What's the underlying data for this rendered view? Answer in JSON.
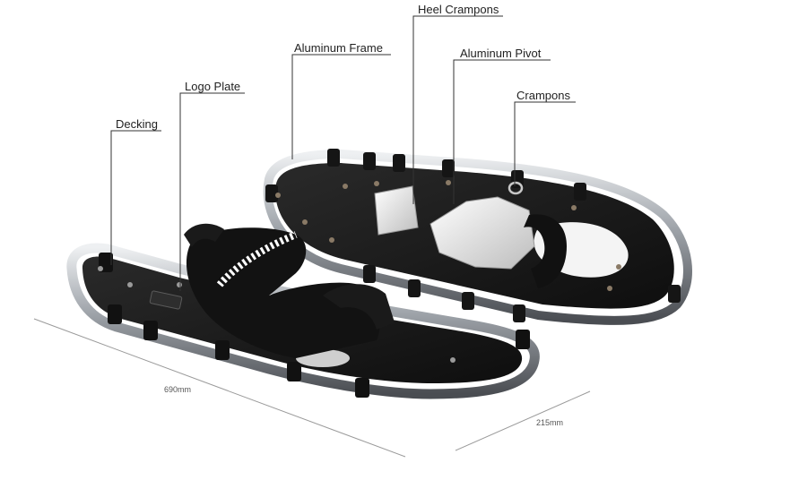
{
  "callouts": {
    "heel_crampons": "Heel Crampons",
    "aluminum_frame": "Aluminum Frame",
    "aluminum_pivot": "Aluminum Pivot",
    "crampons": "Crampons",
    "logo_plate": "Logo Plate",
    "decking": "Decking"
  },
  "dimensions": {
    "length": "690mm",
    "width": "215mm"
  },
  "colors": {
    "leader_line": "#333333",
    "dimension_line": "#9a9a9a",
    "frame_metal": "#b8bcc2",
    "decking": "#1c1c1c",
    "crampon_steel": "#e6e6e6",
    "strap": "#141414"
  }
}
